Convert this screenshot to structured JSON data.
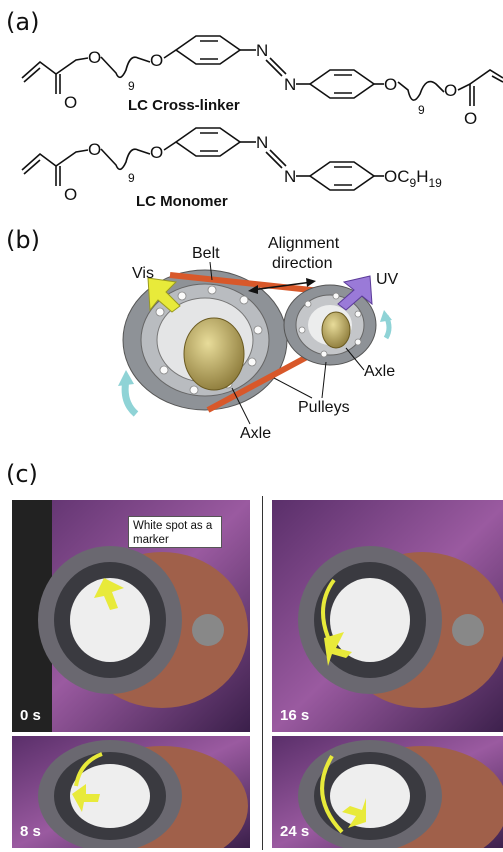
{
  "panels": {
    "a": "(a)",
    "b": "(b)",
    "c": "(c)"
  },
  "chem": {
    "crosslinker_name": "LC Cross-linker",
    "monomer_name": "LC Monomer",
    "n9": "9",
    "O": "O",
    "N": "N",
    "tail_O": "O",
    "tail_C": "C",
    "tail_9": "9",
    "tail_H": "H",
    "tail_19": "19"
  },
  "motor": {
    "vis": "Vis",
    "belt": "Belt",
    "alignment_line1": "Alignment",
    "alignment_line2": "direction",
    "uv": "UV",
    "axle_small": "Axle",
    "axle_large": "Axle",
    "pulleys": "Pulleys",
    "colors": {
      "vis_arrow": "#e8ea3a",
      "uv_arrow": "#9a7ad8",
      "belt": "#d8582a",
      "rotation_arrow": "#8fd3d6"
    }
  },
  "photos": {
    "marker_label": "White spot as a marker",
    "frames": [
      {
        "time": "0 s"
      },
      {
        "time": "16 s"
      },
      {
        "time": "8 s"
      },
      {
        "time": "24 s"
      }
    ]
  }
}
